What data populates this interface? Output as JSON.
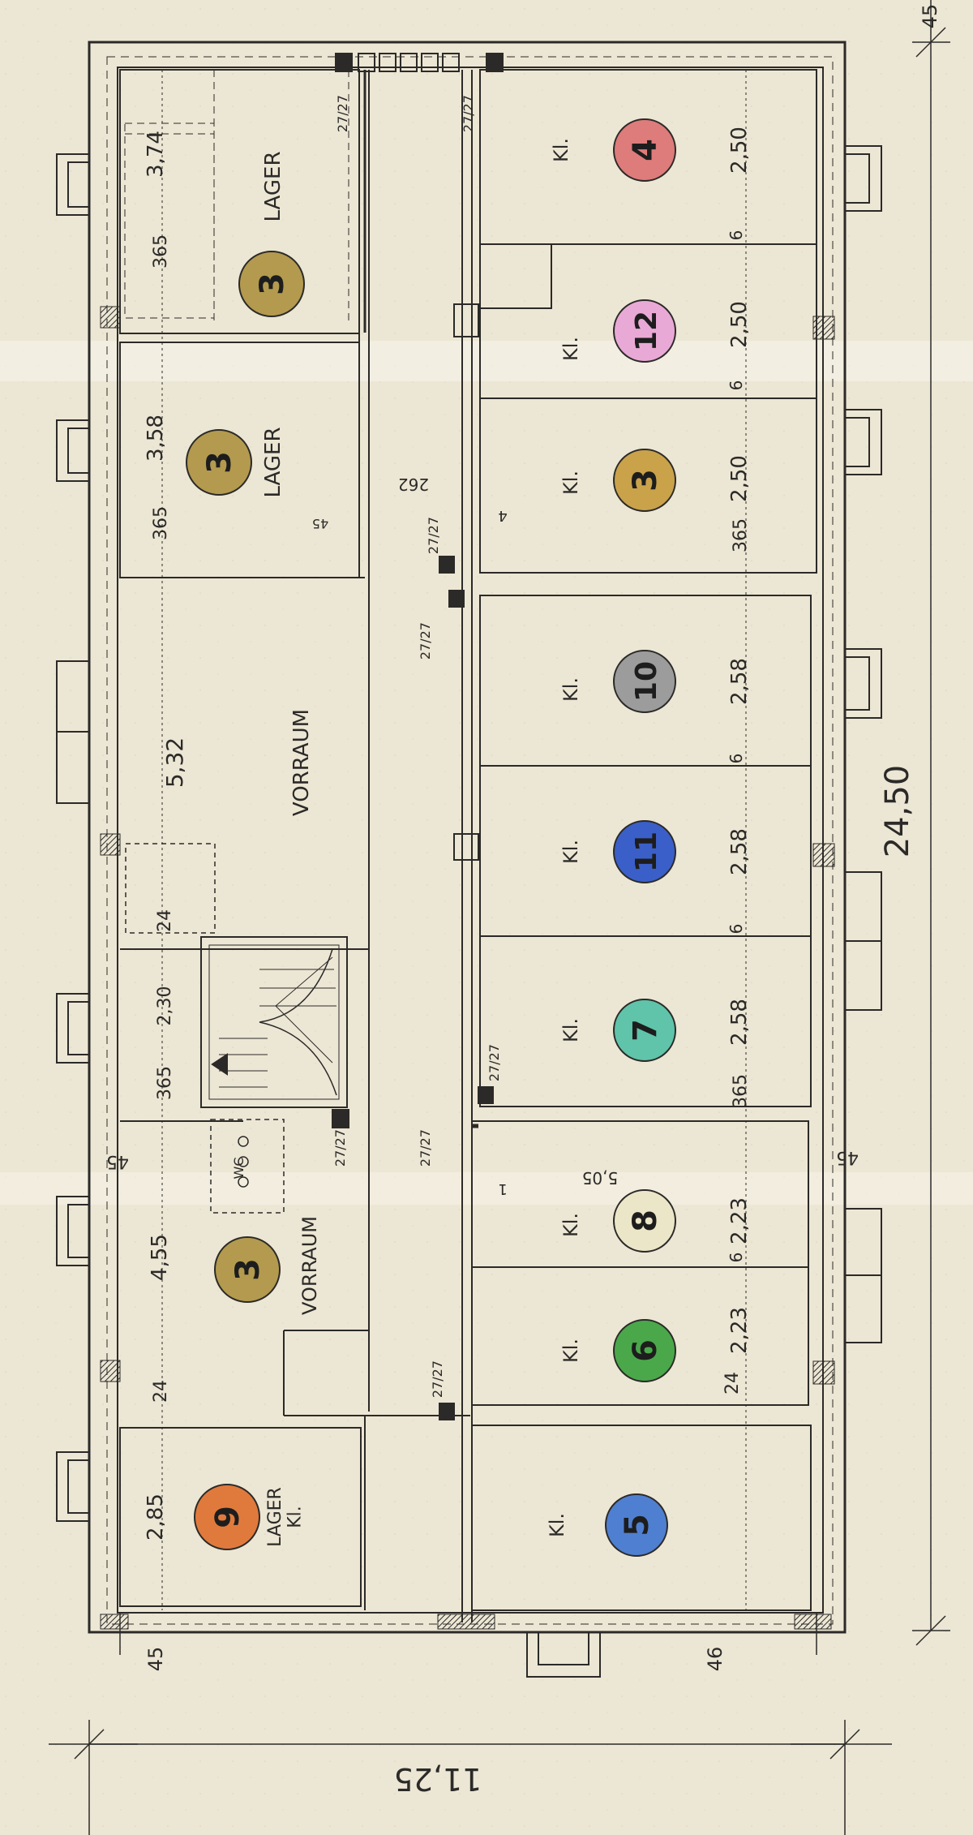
{
  "rooms": [
    {
      "id": "r4",
      "label": "Kl.",
      "number": "4",
      "color": "#de7b7b",
      "dim": "2,50"
    },
    {
      "id": "r12",
      "label": "Kl.",
      "number": "12",
      "color": "#e9a9d6",
      "dim": "2,50"
    },
    {
      "id": "r3b",
      "label": "Kl.",
      "number": "3",
      "color": "#c9a24a",
      "dim": "2,50"
    },
    {
      "id": "r10",
      "label": "Kl.",
      "number": "10",
      "color": "#9c9c9c",
      "dim": "2,58"
    },
    {
      "id": "r11",
      "label": "Kl.",
      "number": "11",
      "color": "#3b5fc8",
      "dim": "2,58"
    },
    {
      "id": "r7",
      "label": "Kl.",
      "number": "7",
      "color": "#5fc4a9",
      "dim": "2,58"
    },
    {
      "id": "r8",
      "label": "Kl.",
      "number": "8",
      "color": "#ece6c8",
      "dim": "2,23"
    },
    {
      "id": "r6",
      "label": "Kl.",
      "number": "6",
      "color": "#4aa84a",
      "dim": "2,23"
    },
    {
      "id": "r5",
      "label": "Kl.",
      "number": "5",
      "color": "#4f7fd0",
      "dim": ""
    },
    {
      "id": "lager1",
      "label": "LAGER",
      "number": "3",
      "color": "#b39a4e",
      "dim": "3,74"
    },
    {
      "id": "lager2",
      "label": "LAGER",
      "number": "3",
      "color": "#b39a4e",
      "dim": "3,58"
    },
    {
      "id": "vorraum1",
      "label": "VORRAUM",
      "number": "",
      "color": "",
      "dim": "5,32"
    },
    {
      "id": "vorraum2",
      "label": "VORRAUM",
      "number": "3",
      "color": "#b39a4e",
      "dim": "4,55"
    },
    {
      "id": "lager9",
      "label": "LAGER\nKl.",
      "number": "9",
      "color": "#e07a3c",
      "dim": "2,85"
    }
  ],
  "labels": {
    "length": "24,50",
    "width": "11,25",
    "left_edge_top": "45",
    "right_edge_bot": "46",
    "right_edge_top": "45",
    "w365a": "365",
    "w365b": "365",
    "w365c": "365",
    "w365d": "365",
    "w365e": "365",
    "stair_dim": "2,30",
    "d24a": "24",
    "d24b": "24",
    "d24c": "24",
    "d6a": "6",
    "d6b": "6",
    "d6c": "6",
    "d6d": "6",
    "d6e": "6",
    "wc": "WC",
    "d27_1": "27/27",
    "d27_2": "27/27",
    "d27_3": "27/27",
    "d27_4": "27/27",
    "d27_5": "27/27",
    "d27_6": "27/27",
    "d27_7": "27/27",
    "d27_8": "27/27",
    "d45a": "45",
    "d45b": "45",
    "d45c": "45",
    "d262": "262",
    "d505": "5,05",
    "d1": "1",
    "d4": "4"
  }
}
